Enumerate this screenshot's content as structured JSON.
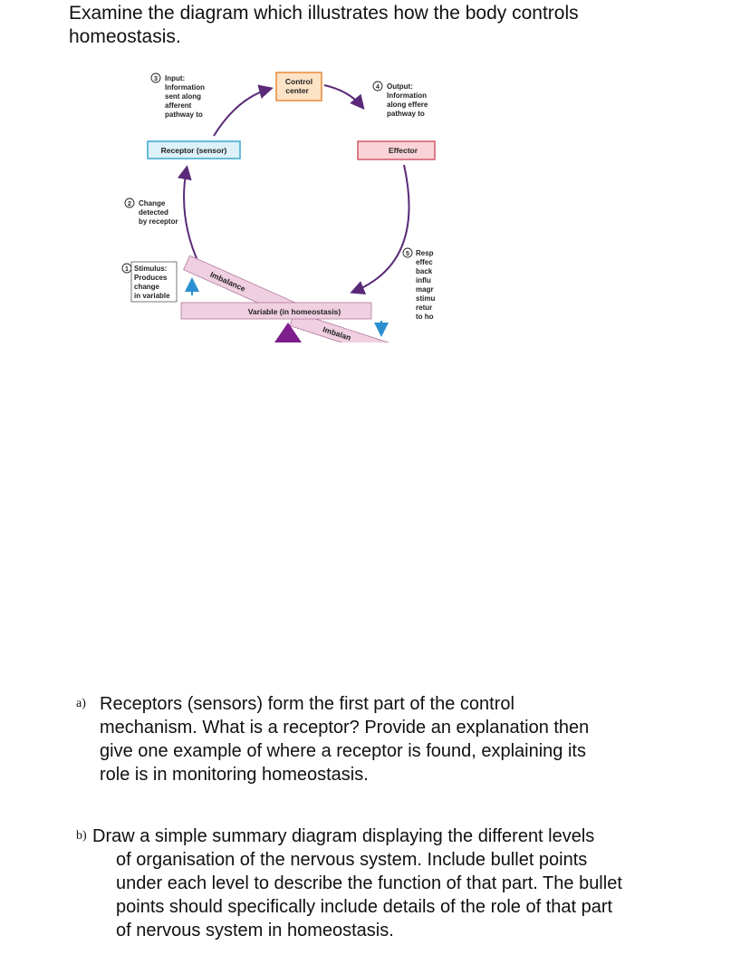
{
  "intro": {
    "line1": "Examine the diagram which illustrates how the body controls",
    "line2": "homeostasis."
  },
  "diagram": {
    "control_center": [
      "Control",
      "center"
    ],
    "input": {
      "number": "3",
      "lines": [
        "Input:",
        "Information",
        "sent along",
        "afferent",
        "pathway to"
      ]
    },
    "output": {
      "number": "4",
      "lines": [
        "Output:",
        "Information",
        "along effere",
        "pathway to"
      ]
    },
    "receptor": "Receptor (sensor)",
    "effector": "Effector",
    "change": {
      "number": "2",
      "lines": [
        "Change",
        "detected",
        "by receptor"
      ]
    },
    "stimulus": {
      "number": "1",
      "lines": [
        "Stimulus:",
        "Produces",
        "change",
        "in variable"
      ]
    },
    "response": {
      "number": "5",
      "lines": [
        "Resp",
        "effec",
        "back",
        "influ",
        "magr",
        "stimu",
        "retur",
        "to ho"
      ]
    },
    "imbalance_left": "Imbalance",
    "imbalance_right": "Imbalan",
    "variable": "Variable (in homeostasis)",
    "colors": {
      "control_fill": "#fde3c6",
      "control_border": "#e88a3a",
      "receptor_fill": "#dcf1f8",
      "receptor_border": "#3aa7d0",
      "effector_fill": "#f9d3d8",
      "effector_border": "#d2586a",
      "cycle_arrow": "#5a2a78",
      "beam": "#efcfe0",
      "fulcrum": "#7e1d8c",
      "blue_arrow": "#2a8fd0"
    }
  },
  "questions": {
    "a": {
      "marker": "a)",
      "lines": [
        "Receptors (sensors) form the first part of the control",
        "mechanism.  What is a receptor? Provide an explanation then",
        "give one example of where a receptor is found, explaining its",
        "role is in monitoring homeostasis."
      ]
    },
    "b": {
      "marker": "b)",
      "lines": [
        "Draw a simple summary diagram displaying the different levels",
        "of organisation of the nervous system. Include bullet points",
        "under each level to describe the function of that part. The bullet",
        "points should specifically include details of the role of that part",
        "of nervous system in homeostasis."
      ]
    }
  }
}
